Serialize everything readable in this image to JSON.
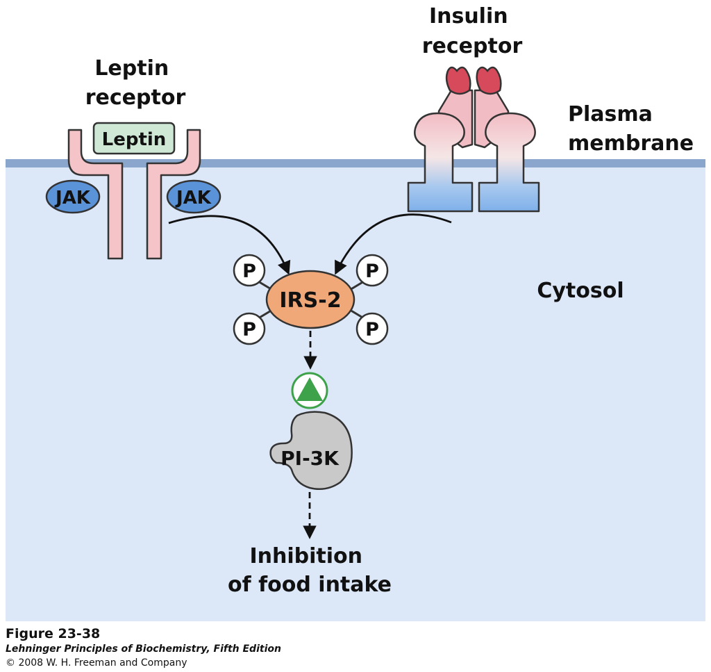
{
  "labels": {
    "leptin_receptor": [
      "Leptin",
      "receptor"
    ],
    "insulin_receptor": [
      "Insulin",
      "receptor"
    ],
    "plasma_membrane": [
      "Plasma",
      "membrane"
    ],
    "cytosol": "Cytosol",
    "leptin": "Leptin",
    "jak": "JAK",
    "irs2": "IRS-2",
    "phospho": "P",
    "pi3k": "PI-3K",
    "outcome": [
      "Inhibition",
      "of food intake"
    ]
  },
  "caption": {
    "figure": "Figure 23-38",
    "book": "Lehninger Principles of Biochemistry, Fifth Edition",
    "copyright": "© 2008 W. H. Freeman and Company"
  },
  "colors": {
    "cytosol": "#dce7f7",
    "membrane": "#8ba6cc",
    "receptor_pink": "#f4c4c8",
    "leptin_fill": "#cfe8d6",
    "jak_fill": "#5b93d8",
    "irs2_fill": "#f0a878",
    "pi3k_fill": "#c9c9c9",
    "activation_green": "#3da24a",
    "insulin_red": "#d64a5c"
  }
}
